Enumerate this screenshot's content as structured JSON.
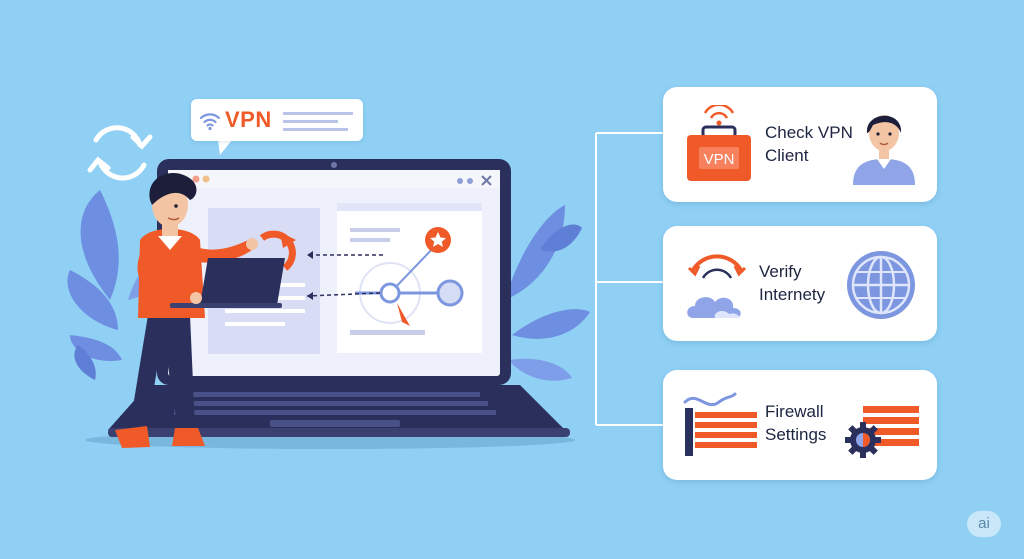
{
  "bubble": {
    "label": "VPN"
  },
  "cards": [
    {
      "line1": "Check VPN",
      "line2": "Client",
      "badge": "VPN"
    },
    {
      "line1": "Verify",
      "line2": "Internety"
    },
    {
      "line1": "Firewall",
      "line2": "Settings"
    }
  ],
  "watermark": "ai",
  "colors": {
    "background": "#8fd0f4",
    "accent": "#f05a28",
    "laptop_frame": "#2a2f5c",
    "screen": "#eef0fb",
    "card": "#ffffff"
  },
  "icons": [
    "sync-icon",
    "wifi-icon",
    "vpn-case-icon",
    "person-icon",
    "network-arc-icon",
    "cloud-icon",
    "globe-icon",
    "firewall-wall-icon",
    "gear-icon"
  ]
}
